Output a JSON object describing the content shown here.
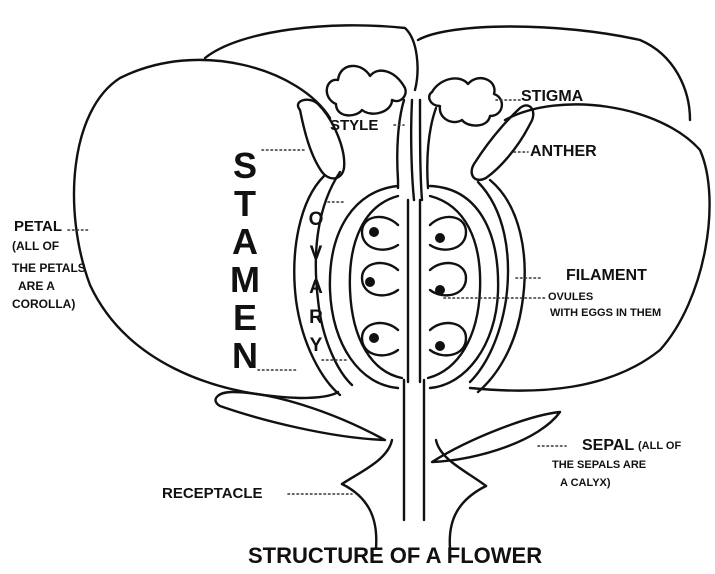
{
  "labels": {
    "stigma": "STIGMA",
    "style": "STYLE",
    "anther": "ANTHER",
    "petal": "PETAL",
    "petal_note_1": "(ALL OF",
    "petal_note_2": "THE PETALS",
    "petal_note_3": "ARE A",
    "petal_note_4": "COROLLA)",
    "filament": "FILAMENT",
    "ovules_1": "OVULES",
    "ovules_2": "WITH EGGS IN THEM",
    "sepal": "SEPAL",
    "sepal_note_1": "(ALL OF",
    "sepal_note_2": "THE SEPALS ARE",
    "sepal_note_3": "A CALYX)",
    "receptacle": "RECEPTACLE",
    "title": "STRUCTURE OF A FLOWER"
  },
  "stamen_letters": [
    "S",
    "T",
    "A",
    "M",
    "E",
    "N"
  ],
  "ovary_letters": [
    "O",
    "V",
    "A",
    "R",
    "Y"
  ],
  "colors": {
    "ink": "#111111",
    "background": "#ffffff"
  }
}
